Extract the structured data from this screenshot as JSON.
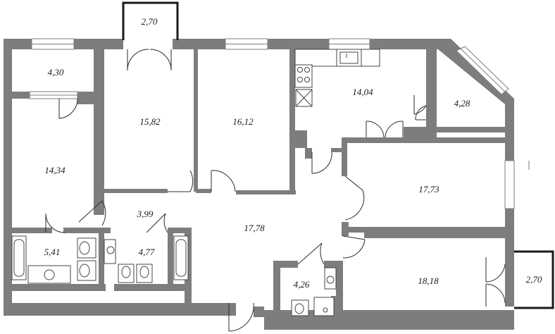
{
  "rooms": [
    {
      "id": "balcony-top",
      "label": "2,70"
    },
    {
      "id": "storage-top-left",
      "label": "4,30"
    },
    {
      "id": "bedroom-1",
      "label": "15,82"
    },
    {
      "id": "bedroom-2",
      "label": "16,12"
    },
    {
      "id": "kitchen",
      "label": "14,04"
    },
    {
      "id": "closet-right",
      "label": "4,28"
    },
    {
      "id": "bedroom-left",
      "label": "14,34"
    },
    {
      "id": "living-room-right",
      "label": "17,73"
    },
    {
      "id": "corridor",
      "label": "3,99"
    },
    {
      "id": "hall",
      "label": "17,78"
    },
    {
      "id": "bathroom-1",
      "label": "5,41"
    },
    {
      "id": "bathroom-2",
      "label": "4,77"
    },
    {
      "id": "wc",
      "label": "4,26"
    },
    {
      "id": "bedroom-bottom-right",
      "label": "18,18"
    },
    {
      "id": "balcony-right",
      "label": "2,70"
    }
  ],
  "colors": {
    "wall": "#7d7d7d",
    "balcony_outline": "#1a1a1a",
    "label": "#1a1a1a",
    "background": "#ffffff"
  }
}
